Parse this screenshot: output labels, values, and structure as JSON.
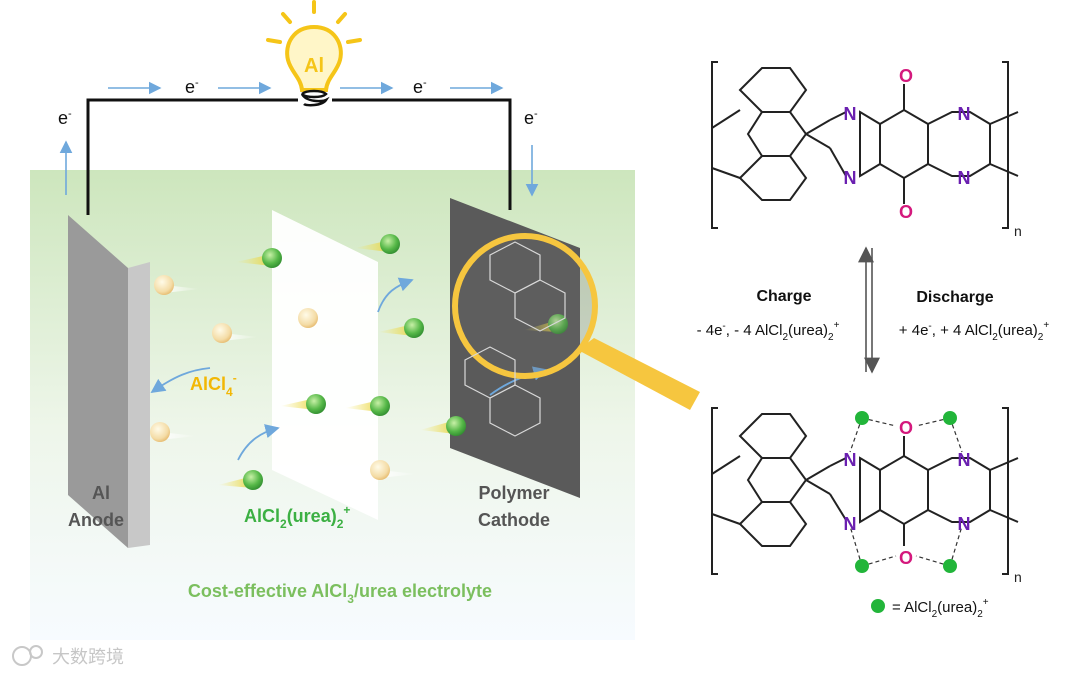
{
  "battery": {
    "electron_label": "e",
    "electron_sup": "-",
    "bulb_text": "Al",
    "anion": {
      "main": "AlCl",
      "sub": "4",
      "sup": "-"
    },
    "cation": {
      "main": "AlCl",
      "sub": "2",
      "mid": "(urea)",
      "sub2": "2",
      "sup": "+"
    },
    "anode_line1": "Al",
    "anode_line2": "Anode",
    "cathode_line1": "Polymer",
    "cathode_line2": "Cathode",
    "electrolyte": {
      "pre": "Cost-effective AlCl",
      "sub": "3",
      "post": "/urea electrolyte"
    }
  },
  "reaction": {
    "charge_title": "Charge",
    "charge_pre": "- 4e",
    "charge_sup": "-",
    "charge_mid": ", - 4 AlCl",
    "charge_sub": "2",
    "charge_urea": "(urea)",
    "charge_sub2": "2",
    "charge_plus": "+",
    "discharge_title": "Discharge",
    "discharge_pre": "+ 4e",
    "discharge_sup": "-",
    "discharge_mid": ", + 4 AlCl",
    "discharge_sub": "2",
    "discharge_urea": "(urea)",
    "discharge_sub2": "2",
    "discharge_plus": "+"
  },
  "molecule": {
    "atom_N": "N",
    "atom_O": "O",
    "repeat_n": "n",
    "legend": {
      "eq": "= AlCl",
      "sub": "2",
      "urea": "(urea)",
      "sub2": "2",
      "sup": "+"
    }
  },
  "watermark": "大数跨境",
  "colors": {
    "green": "#3cb043",
    "nitrogen": "#6a1fb0",
    "oxygen": "#d4197d",
    "gold": "#f5c518",
    "arrow": "#6fa8dc"
  }
}
